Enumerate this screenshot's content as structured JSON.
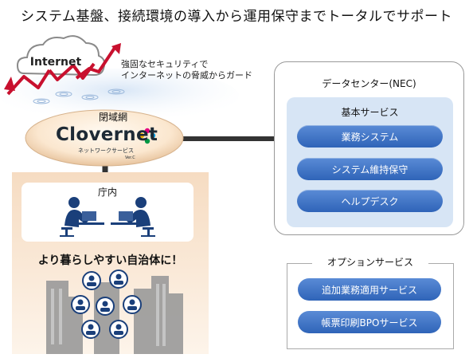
{
  "headline": "システム基盤、接続環境の導入から運用保守までトータルでサポート",
  "internet": {
    "label": "Internet",
    "security_lines": [
      "強固なセキュリティで",
      "インターネットの脅威からガード"
    ]
  },
  "closed_network": {
    "label": "閉域網",
    "logo": "Clovernet",
    "logo_sub": "ネットワークサービス",
    "logo_ver": "Ver.C"
  },
  "office": {
    "label": "庁内",
    "slogan": "より暮らしやすい自治体に！"
  },
  "datacenter": {
    "label": "データセンター(NEC)",
    "basic_label": "基本サービス",
    "services": [
      "業務システム",
      "システム維持保守",
      "ヘルプデスク"
    ]
  },
  "options": {
    "label": "オプションサービス",
    "services": [
      "追加業務適用サービス",
      "帳票印刷BPOサービス"
    ]
  },
  "colors": {
    "arrow_red": "#c8102e",
    "pill_blue": "#3b6fc3",
    "panel_blue": "#d7e5f5",
    "connector": "#333333",
    "office_panel": "#f7e3cf"
  }
}
